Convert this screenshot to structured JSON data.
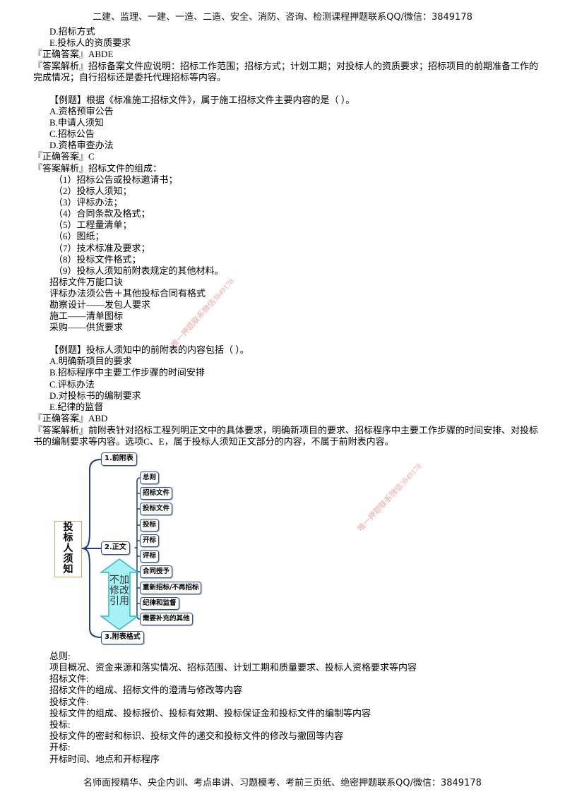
{
  "header": "二建、监理、一建、一造、二造、安全、消防、咨询、检测课程押题联系QQ/微信：3849178",
  "footer": "名师面授精华、央企内训、考点串讲、习题模考、考前三页纸、绝密押题联系QQ/微信：3849178",
  "watermarks": [
    "唯一押题联系微信3849178",
    "唯一押题联系微信3849178"
  ],
  "prev_question": {
    "options": [
      "D.招标方式",
      "E.投标人的资质要求"
    ],
    "answer": "『正确答案』ABDE",
    "analysis": [
      "『答案解析』招标备案文件应说明：招标工作范围；招标方式；计划工期；对投标人的资质要求；招标项目的前期准备工作的",
      "完成情况；自行招标还是委托代理招标等内容。"
    ]
  },
  "question_1": {
    "stem": "【例题】根据《标准施工招标文件》，属于施工招标文件主要内容的是（ ）。",
    "options": [
      "A.资格预审公告",
      "B.申请人须知",
      "C.招标公告",
      "D.资格审查办法"
    ],
    "answer": "『正确答案』C",
    "analysis_intro": "『答案解析』招标文件的组成：",
    "components": [
      "（1）招标公告或投标邀请书；",
      "（2）投标人须知；",
      "（3）评标办法；",
      "（4）合同条款及格式；",
      "（5）工程量清单；",
      "（6）图纸；",
      "（7）技术标准及要求；",
      "（8）投标文件格式；",
      "（9）投标人须知前附表规定的其他材料。"
    ],
    "mnemonic": [
      "招标文件万能口诀",
      "评标办法须公告＋其他投标合同有格式",
      "勘察设计——发包人要求",
      "施工——清单图标",
      "采购——供货要求"
    ]
  },
  "question_2": {
    "stem": "【例题】投标人须知中的前附表的内容包括（ ）。",
    "options": [
      "A.明确新项目的要求",
      "B.招标程序中主要工作步骤的时间安排",
      "C.评标办法",
      "D.对投标书的编制要求",
      "E.纪律的监督"
    ],
    "answer": "『正确答案』ABD",
    "analysis": [
      "『答案解析』前附表针对招标工程列明正文中的具体要求，明确新项目的要求、招标程序中主要工作步骤的时间安排、对投标",
      "书的编制要求等内容。选项C、E，属于投标人须知正文部分的内容，不属于前附表内容。"
    ]
  },
  "mindmap": {
    "root": "投标人须知",
    "branches": [
      "1.前附表",
      "2.正文",
      "3.附表格式"
    ],
    "body_sections": [
      "总则",
      "招标文件",
      "投标文件",
      "投标",
      "开标",
      "评标",
      "合同授予",
      "重新招标/不再招标",
      "纪律和监督",
      "需要补充的其他"
    ],
    "arrow_note": "不加修改引用",
    "colors": {
      "connector": "#1f3f7f",
      "node_border": "#2f4f8a",
      "root_border": "#d9a468",
      "arrow_fill": "#a6f1f3",
      "arrow_stroke": "#37b5c5",
      "watermark": "#e58a8a"
    }
  },
  "notes": [
    {
      "title": "总则:",
      "text": "项目概况、资金来源和落实情况、招标范围、计划工期和质量要求、投标人资格要求等内容"
    },
    {
      "title": "招标文件:",
      "text": "招标文件的组成、招标文件的澄清与修改等内容"
    },
    {
      "title": "投标文件:",
      "text": "投标文件的组成、投标报价、投标有效期、投标保证金和投标文件的编制等内容"
    },
    {
      "title": "投标:",
      "text": "投标文件的密封和标识、投标文件的递交和投标文件的修改与撤回等内容"
    },
    {
      "title": "开标:",
      "text": "开标时间、地点和开标程序"
    }
  ]
}
